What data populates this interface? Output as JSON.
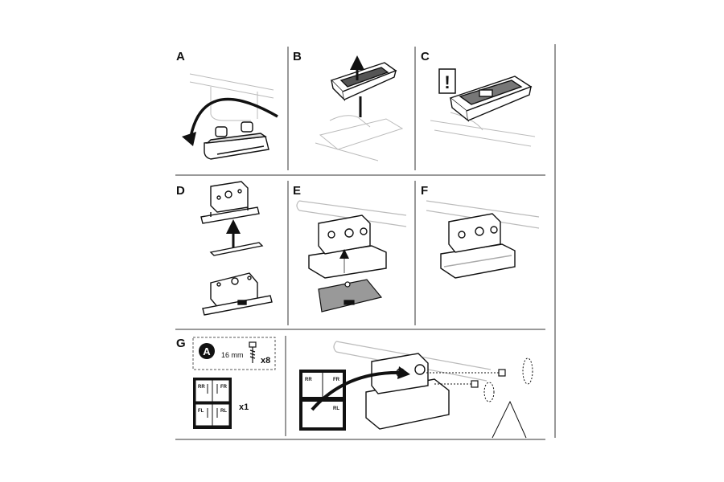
{
  "panels": {
    "a": {
      "label": "A"
    },
    "b": {
      "label": "B"
    },
    "c": {
      "label": "C"
    },
    "d": {
      "label": "D"
    },
    "e": {
      "label": "E"
    },
    "f": {
      "label": "F"
    },
    "g": {
      "label": "G"
    }
  },
  "panel_c": {
    "warning_glyph": "!"
  },
  "kit": {
    "marker": "A",
    "screw_length": "16 mm",
    "screw_qty": "x8",
    "sticker_qty": "x1",
    "sticker_codes": [
      "RR",
      "FR",
      "FL",
      "RL"
    ]
  },
  "detail": {
    "sticker_codes": [
      "RR",
      "FR",
      "RL"
    ]
  }
}
